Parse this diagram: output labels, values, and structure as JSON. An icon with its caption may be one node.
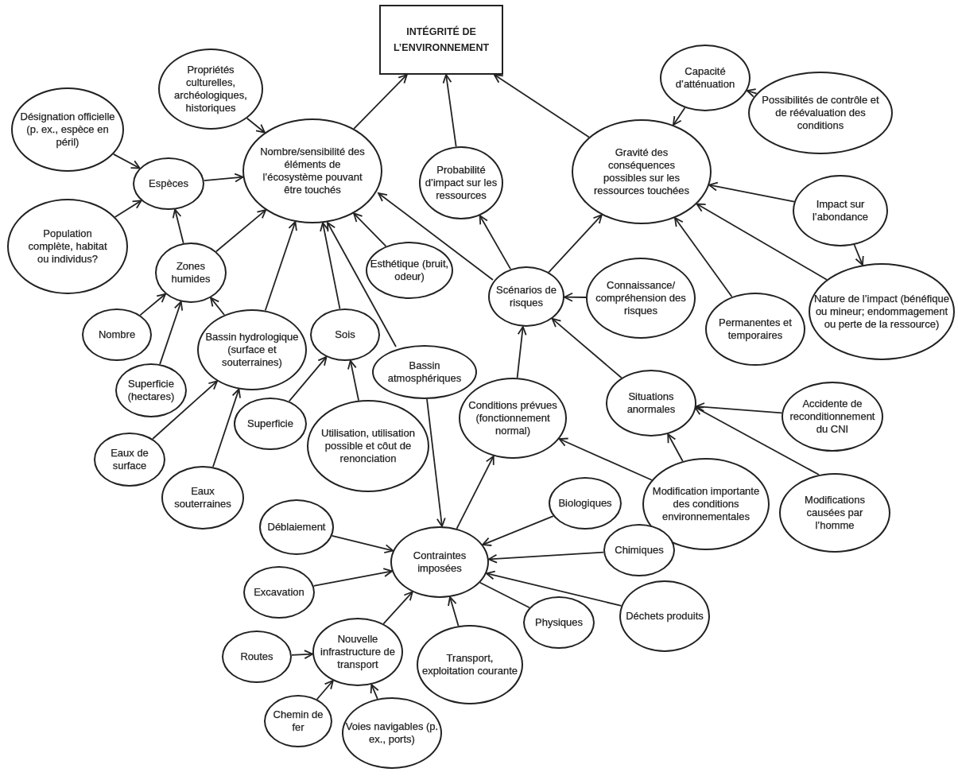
{
  "diagram": {
    "nodes": [
      {
        "text": [
          "INTÉGRITÉ DE L’ENVIRONNEMENT"
        ]
      },
      {
        "text": [
          "Propriétés culturelles, archéologiques, historiques"
        ]
      },
      {
        "text": [
          "Désignation officielle (p. ex., espèce en péril)"
        ]
      },
      {
        "text": [
          "Espèces"
        ]
      },
      {
        "text": [
          "Nombre/sensibilité des éléments de l’écosystème pouvant être touchés"
        ]
      },
      {
        "text": [
          "Population complète, habitat ou individus?"
        ]
      },
      {
        "text": [
          "Zones humides"
        ]
      },
      {
        "text": [
          "Esthétique (bruit, odeur)"
        ]
      },
      {
        "text": [
          "Probabilité d’impact sur les ressources"
        ]
      },
      {
        "text": [
          "Capacité d’atténuation"
        ]
      },
      {
        "text": [
          "Possibilités de contrôle et de réévaluation des conditions"
        ]
      },
      {
        "text": [
          "Gravité des conséquences possibles sur les ressources touchées"
        ]
      },
      {
        "text": [
          "Impact sur l’abondance"
        ]
      },
      {
        "text": [
          "Scénarios de risques"
        ]
      },
      {
        "text": [
          "Connaissance/ compréhension des risques"
        ]
      },
      {
        "text": [
          "Permanentes et temporaires"
        ]
      },
      {
        "text": [
          "Nature de l’impact (bénéfique ou mineur; endommagement ou perte de la ressource)"
        ]
      },
      {
        "text": [
          "Nombre"
        ]
      },
      {
        "text": [
          "Bassin hydrologique (surface et souterraines)"
        ]
      },
      {
        "text": [
          "Sois"
        ]
      },
      {
        "text": [
          "Bassin atmosphériques"
        ]
      },
      {
        "text": [
          "Superficie (hectares)"
        ]
      },
      {
        "text": [
          "Superficie"
        ]
      },
      {
        "text": [
          "Utilisation, utilisation possible et côut de renonciation"
        ]
      },
      {
        "text": [
          "Eaux de surface"
        ]
      },
      {
        "text": [
          "Eaux souterraines"
        ]
      },
      {
        "text": [
          "Conditions prévues (fonctionnement normal)"
        ]
      },
      {
        "text": [
          "Situations anormales"
        ]
      },
      {
        "text": [
          "Accidente de reconditionnement du CNI"
        ]
      },
      {
        "text": [
          "Modification importante des conditions environnementales"
        ]
      },
      {
        "text": [
          "Modifications causées par l’homme"
        ]
      },
      {
        "text": [
          "Biologiques"
        ]
      },
      {
        "text": [
          "Déblaiement"
        ]
      },
      {
        "text": [
          "Contraintes imposées"
        ]
      },
      {
        "text": [
          "Chimiques"
        ]
      },
      {
        "text": [
          "Excavation"
        ]
      },
      {
        "text": [
          "Physiques"
        ]
      },
      {
        "text": [
          "Déchets produits"
        ]
      },
      {
        "text": [
          "Routes"
        ]
      },
      {
        "text": [
          "Nouvelle infrastructure de transport"
        ]
      },
      {
        "text": [
          "Transport, exploitation courante"
        ]
      },
      {
        "text": [
          "Chemin de fer"
        ]
      },
      {
        "text": [
          "Voies navigables (p. ex., ports)"
        ]
      }
    ],
    "edges": [
      {
        "from": 4,
        "to": 0,
        "arrow": "to"
      },
      {
        "from": 8,
        "to": 0,
        "arrow": "to"
      },
      {
        "from": 11,
        "to": 0,
        "arrow": "to"
      },
      {
        "from": 1,
        "to": 4,
        "arrow": "to"
      },
      {
        "from": 2,
        "to": 3,
        "arrow": "to"
      },
      {
        "from": 3,
        "to": 4,
        "arrow": "to"
      },
      {
        "from": 5,
        "to": 3,
        "arrow": "to"
      },
      {
        "from": 6,
        "to": 3,
        "arrow": "to"
      },
      {
        "from": 6,
        "to": 4,
        "arrow": "to"
      },
      {
        "from": 18,
        "to": 4,
        "arrow": "to"
      },
      {
        "from": 19,
        "to": 4,
        "arrow": "to"
      },
      {
        "from": 20,
        "to": 4,
        "arrow": "to"
      },
      {
        "from": 7,
        "to": 4,
        "arrow": "to"
      },
      {
        "from": 13,
        "to": 4,
        "arrow": "to"
      },
      {
        "from": 17,
        "to": 6,
        "arrow": "to"
      },
      {
        "from": 21,
        "to": 6,
        "arrow": "to"
      },
      {
        "from": 18,
        "to": 6,
        "arrow": "to"
      },
      {
        "from": 24,
        "to": 18,
        "arrow": "to"
      },
      {
        "from": 25,
        "to": 18,
        "arrow": "to"
      },
      {
        "from": 22,
        "to": 19,
        "arrow": "to"
      },
      {
        "from": 23,
        "to": 19,
        "arrow": "to"
      },
      {
        "from": 20,
        "to": 33,
        "arrow": "to"
      },
      {
        "from": 33,
        "to": 26,
        "arrow": "to"
      },
      {
        "from": 26,
        "to": 13,
        "arrow": "to"
      },
      {
        "from": 14,
        "to": 13,
        "arrow": "to"
      },
      {
        "from": 27,
        "to": 13,
        "arrow": "to"
      },
      {
        "from": 13,
        "to": 8,
        "arrow": "to"
      },
      {
        "from": 13,
        "to": 11,
        "arrow": "to"
      },
      {
        "from": 9,
        "to": 11,
        "arrow": "to"
      },
      {
        "from": 10,
        "to": 9,
        "arrow": "to"
      },
      {
        "from": 12,
        "to": 11,
        "arrow": "to"
      },
      {
        "from": 12,
        "to": 16,
        "arrow": "to"
      },
      {
        "from": 16,
        "to": 11,
        "arrow": "to"
      },
      {
        "from": 15,
        "to": 11,
        "arrow": "to"
      },
      {
        "from": 28,
        "to": 27,
        "arrow": "to"
      },
      {
        "from": 29,
        "to": 27,
        "arrow": "to"
      },
      {
        "from": 30,
        "to": 27,
        "arrow": "to"
      },
      {
        "from": 29,
        "to": 26,
        "arrow": "to"
      },
      {
        "from": 31,
        "to": 33,
        "arrow": "to"
      },
      {
        "from": 32,
        "to": 33,
        "arrow": "to"
      },
      {
        "from": 34,
        "to": 33,
        "arrow": "to"
      },
      {
        "from": 35,
        "to": 33,
        "arrow": "to"
      },
      {
        "from": 37,
        "to": 33,
        "arrow": "to"
      },
      {
        "from": 36,
        "to": 33,
        "arrow": "none"
      },
      {
        "from": 40,
        "to": 33,
        "arrow": "to"
      },
      {
        "from": 39,
        "to": 33,
        "arrow": "to"
      },
      {
        "from": 38,
        "to": 39,
        "arrow": "to"
      },
      {
        "from": 41,
        "to": 39,
        "arrow": "to"
      },
      {
        "from": 42,
        "to": 39,
        "arrow": "to"
      }
    ]
  }
}
